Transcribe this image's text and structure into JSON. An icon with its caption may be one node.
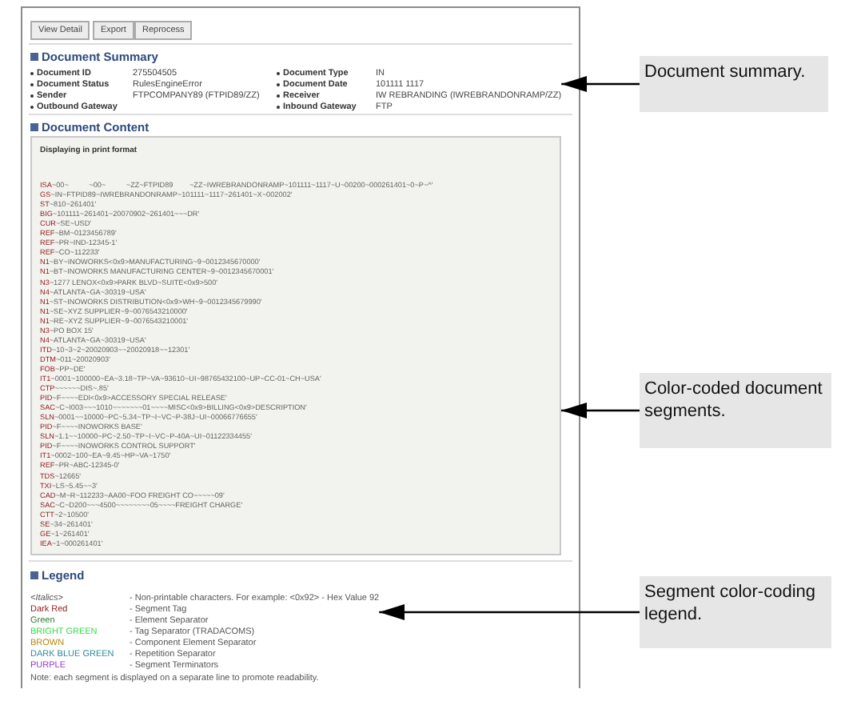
{
  "diagram": {
    "nodes": [
      {
        "text": [
          "Document Summary"
        ]
      },
      {
        "text": [
          "Displaying in print format"
        ]
      },
      {
        "text": [
          "Legend"
        ]
      },
      {
        "text": [
          "Document summary."
        ]
      },
      {
        "text": [
          "Color-coded document segments."
        ]
      },
      {
        "text": [
          "Segment color-coding legend."
        ]
      }
    ],
    "edges": [
      {
        "from": 3,
        "to": 0,
        "arrow": "to"
      },
      {
        "from": 4,
        "to": 1,
        "arrow": "to"
      },
      {
        "from": 5,
        "to": 2,
        "arrow": "to"
      }
    ],
    "labels": [
      "View Detail",
      "Export",
      "Reprocess",
      "Document ID",
      "275504505",
      "Document Type",
      "IN",
      "Document Status",
      "RulesEngineError",
      "Document Date",
      "101111 1117",
      "Sender",
      "FTPCOMPANY89 (FTPID89/ZZ)",
      "Receiver",
      "IW REBRANDING (IWREBRANDONRAMP/ZZ)",
      "Outbound Gateway",
      "Inbound Gateway",
      "FTP",
      "Document Content",
      "ISA~00~          ~00~          ~ZZ~FTPID89        ~ZZ~IWREBRANDONRAMP~101111~1117~U~00200~000261401~0~P~^'",
      "GS~IN~FTPID89~IWREBRANDONRAMP~101111~1117~261401~X~002002'",
      "ST~810~261401'",
      "BIG~101111~261401~20070902~261401~~~DR'",
      "CUR~SE~USD'",
      "REF~BM~0123456789'",
      "REF~PR~IND-12345-1'",
      "REF~CO~112233'",
      "N1~BY~INOWORKS<0x9>MANUFACTURING~9~0012345670000'",
      "N1~BT~INOWORKS MANUFACTURING CENTER~9~0012345670001'",
      "N3~1277 LENOX<0x9>PARK BLVD~SUITE<0x9>500'",
      "N4~ATLANTA~GA~30319~USA'",
      "N1~ST~INOWORKS DISTRIBUTION<0x9>WH~9~0012345679990'",
      "N1~SE~XYZ SUPPLIER~9~0076543210000'",
      "N1~RE~XYZ SUPPLIER~9~0076543210001'",
      "N3~PO BOX 15'",
      "N4~ATLANTA~GA~30319~USA'",
      "ITD~10~3~2~20020903~~20020918~~12301'",
      "DTM~011~20020903'",
      "FOB~PP~DE'",
      "IT1~0001~100000~EA~3.18~TP~VA~93610~UI~98765432100~UP~CC-01~CH~USA'",
      "CTP~~~~~~DIS~.85'",
      "PID~F~~~~EDI<0x9>ACCESSORY SPECIAL RELEASE'",
      "SAC~C~I003~~~1010~~~~~~~01~~~~MISC<0x9>BILLING<0x9>DESCRIPTION'",
      "SLN~0001~~10000~PC~5.34~TP~I~VC~P-38J~UI~00066776655'",
      "PID~F~~~~INOWORKS BASE'",
      "SLN~1.1~~10000~PC~2.50~TP~I~VC~P-40A~UI~01122334455'",
      "PID~F~~~~INOWORKS CONTROL SUPPORT'",
      "IT1~0002~100~EA~9.45~HP~VA~1750'",
      "REF~PR~ABC-12345-0'",
      "TDS~12665'",
      "TXI~LS~5.45~~3'",
      "CAD~M~R~112233~AA00~FOO FREIGHT CO~~~~~09'",
      "SAC~C~D200~~~4500~~~~~~~~05~~~~FREIGHT CHARGE'",
      "CTT~2~10500'",
      "SE~34~261401'",
      "GE~1~261401'",
      "IEA~1~000261401'",
      "<Italics>",
      "- Non-printable characters. For example: <0x92> - Hex Value 92",
      "Dark Red",
      "- Segment Tag",
      "Green",
      "- Element Separator",
      "BRIGHT GREEN",
      "- Tag Separator (TRADACOMS)",
      "BROWN",
      "- Component Element Separator",
      "DARK BLUE GREEN",
      "- Repetition Separator",
      "PURPLE",
      "- Segment Terminators",
      "Note: each segment is displayed on a separate line to promote readability."
    ]
  }
}
